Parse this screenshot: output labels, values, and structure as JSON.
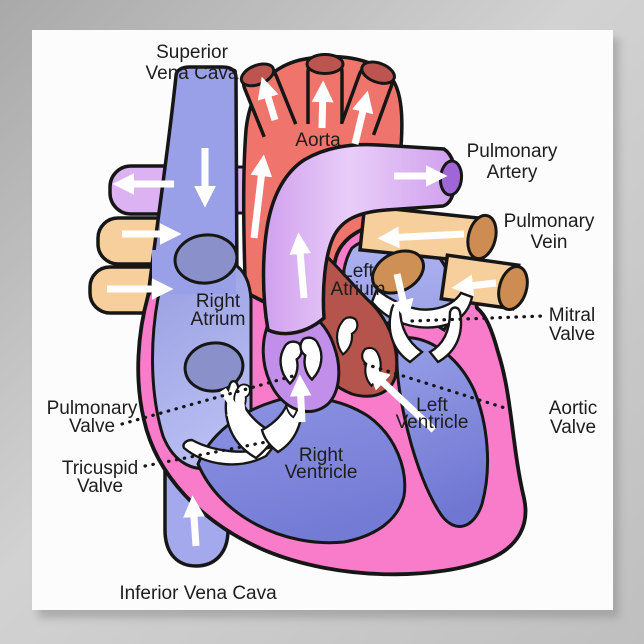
{
  "poster": {
    "kind": "heart anatomy diagram poster",
    "background_surface_color": "#c0c0c0",
    "poster_paper_color": "#fcfcfc"
  },
  "diagram": {
    "subject": "Cross-section of the human heart with white blood-flow arrows and dotted leader lines",
    "labels": {
      "superior_vena_cava": {
        "line1": "Superior",
        "line2": "Vena Cava"
      },
      "aorta": {
        "line1": "Aorta"
      },
      "pulmonary_artery": {
        "line1": "Pulmonary",
        "line2": "Artery"
      },
      "pulmonary_vein": {
        "line1": "Pulmonary",
        "line2": "Vein"
      },
      "left_atrium": {
        "line1": "Left",
        "line2": "Atrium"
      },
      "right_atrium": {
        "line1": "Right",
        "line2": "Atrium"
      },
      "mitral_valve": {
        "line1": "Mitral",
        "line2": "Valve"
      },
      "aortic_valve": {
        "line1": "Aortic",
        "line2": "Valve"
      },
      "left_ventricle": {
        "line1": "Left",
        "line2": "Ventricle"
      },
      "right_ventricle": {
        "line1": "Right",
        "line2": "Ventricle"
      },
      "pulmonary_valve": {
        "line1": "Pulmonary",
        "line2": "Valve"
      },
      "tricuspid_valve": {
        "line1": "Tricuspid",
        "line2": "Valve"
      },
      "inferior_vena_cava": {
        "line1": "Inferior Vena Cava"
      }
    },
    "colors": {
      "aorta_red": "#ef756c",
      "aorta_cap_dark_red": "#bc5550",
      "vena_cava_blue": "#9aa0e8",
      "vena_cava_opening_slate": "#8a90c9",
      "pulmonary_trunk_lavender": "#dcb2f3",
      "pulmonary_artery_cap_purple": "#a066d8",
      "pulmonary_vein_orange": "#f7cf9c",
      "pulmonary_vein_cap_orange": "#cd8c52",
      "heart_wall_pink": "#f87cc9",
      "right_atrium_fill": "#aab1ec",
      "right_ventricle_fill": "#7e85da",
      "left_atrium_fill": "#a3aae9",
      "left_ventricle_fill": "#7d84da",
      "aortic_valve_dark_red": "#b4544c",
      "pulmonary_valve_bulb_purple": "#c18ee9",
      "valve_leaflet_white": "#ffffff",
      "outline_black": "#161616",
      "label_text": "#1d1d1d",
      "flow_arrow_white": "#ffffff"
    }
  }
}
